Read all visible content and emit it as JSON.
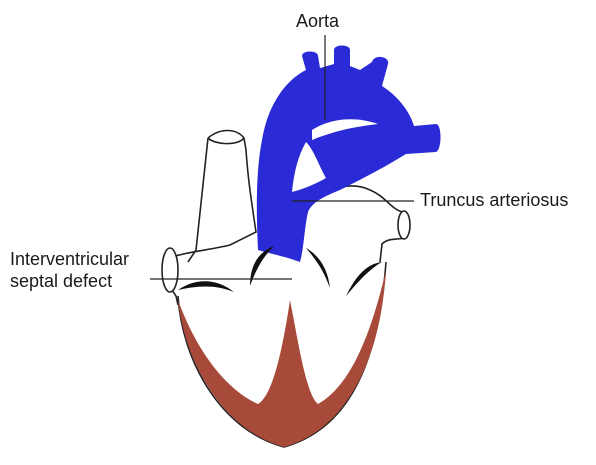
{
  "labels": {
    "aorta": "Aorta",
    "truncus": "Truncus arteriosus",
    "ivsd_line1": "Interventricular",
    "ivsd_line2": "septal defect"
  },
  "colors": {
    "vessel": "#2a2ad6",
    "myocardium": "#a84a3a",
    "valve": "#111111",
    "outline": "#222222"
  }
}
